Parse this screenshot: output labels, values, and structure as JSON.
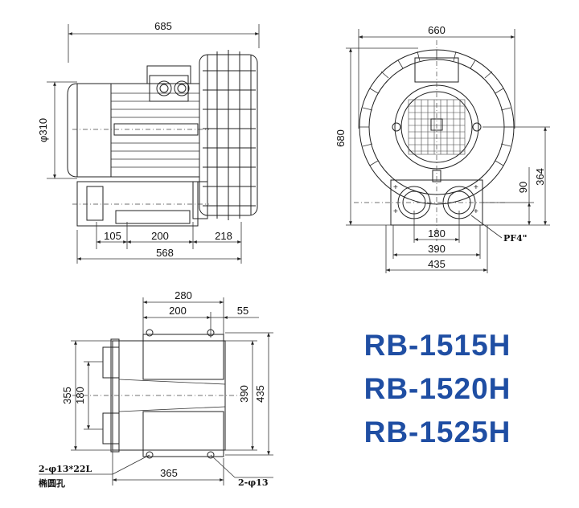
{
  "side_view": {
    "dims": {
      "overall_length": "685",
      "motor_diameter": "310",
      "base_a": "105",
      "base_b": "200",
      "base_c": "218",
      "base_total": "568"
    }
  },
  "front_view": {
    "dims": {
      "width": "660",
      "height": "680",
      "center_height": "364",
      "port_height": "90",
      "port_spacing": "180",
      "mount_spacing": "390",
      "base_width": "435"
    },
    "port_thread": "PF4\""
  },
  "base_view": {
    "dims": {
      "top_total": "280",
      "top_inner": "200",
      "top_offset": "55",
      "left_outer": "355",
      "left_inner": "180",
      "right_inner": "390",
      "right_outer": "435",
      "bottom": "365"
    },
    "slot_note": "2-φ13*22L",
    "slot_note_cn": "椭圆孔",
    "hole_note": "2-φ13"
  },
  "models": [
    "RB-1515H",
    "RB-1520H",
    "RB-1525H"
  ],
  "colors": {
    "model_text": "#1f4ea3",
    "line": "#222222"
  }
}
